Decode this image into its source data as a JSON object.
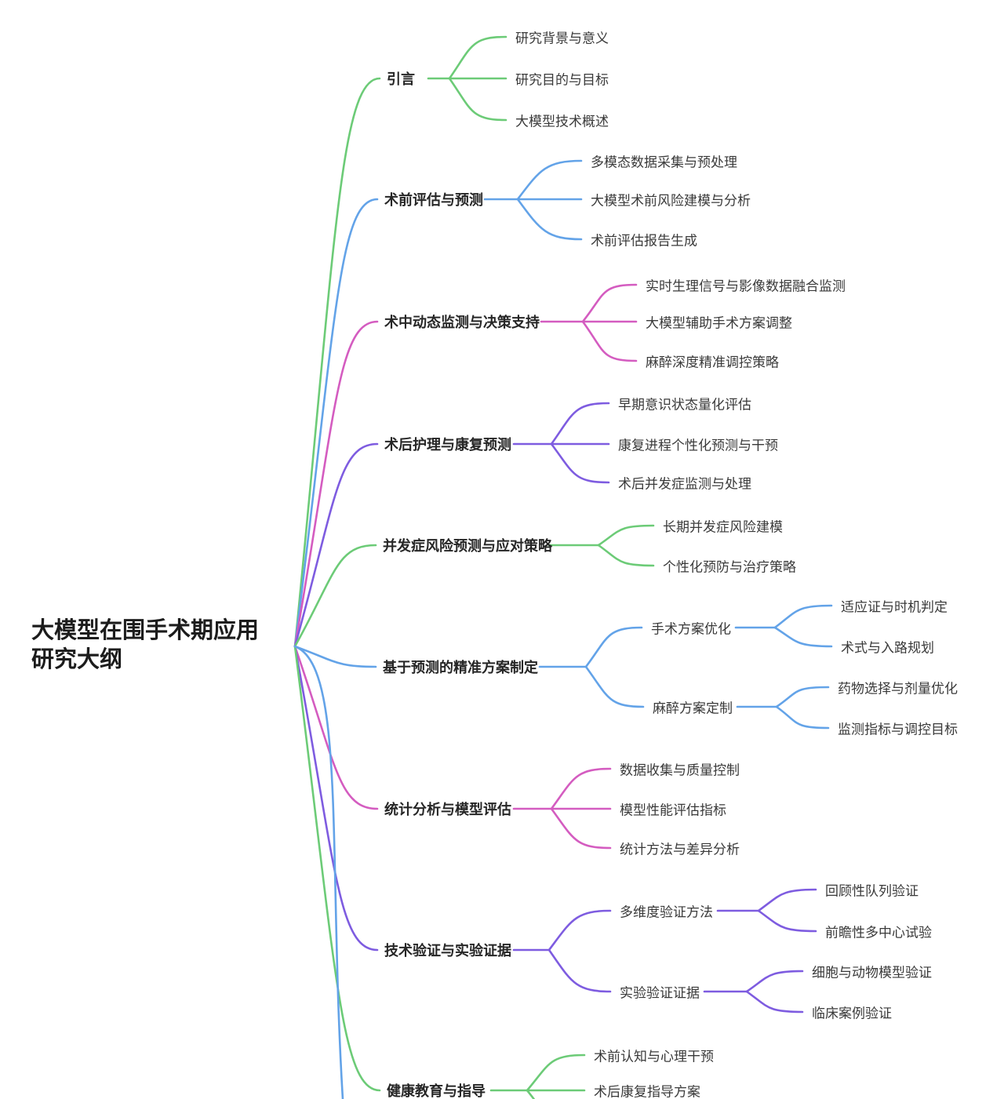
{
  "palette": {
    "green": "#6CCB77",
    "blue": "#63A3E8",
    "pink": "#D45CC0",
    "purple": "#7E5CE0",
    "text": "#3a3a3a",
    "root_text": "#1c1c1c"
  },
  "root": {
    "label": "大模型在围手术期应用\n研究大纲"
  },
  "branches": [
    {
      "label": "引言",
      "color": "green",
      "children": [
        {
          "label": "研究背景与意义"
        },
        {
          "label": "研究目的与目标"
        },
        {
          "label": "大模型技术概述"
        }
      ]
    },
    {
      "label": "术前评估与预测",
      "color": "blue",
      "children": [
        {
          "label": "多模态数据采集与预处理"
        },
        {
          "label": "大模型术前风险建模与分析"
        },
        {
          "label": "术前评估报告生成"
        }
      ]
    },
    {
      "label": "术中动态监测与决策支持",
      "color": "pink",
      "children": [
        {
          "label": "实时生理信号与影像数据融合监测"
        },
        {
          "label": "大模型辅助手术方案调整"
        },
        {
          "label": "麻醉深度精准调控策略"
        }
      ]
    },
    {
      "label": "术后护理与康复预测",
      "color": "purple",
      "children": [
        {
          "label": "早期意识状态量化评估"
        },
        {
          "label": "康复进程个性化预测与干预"
        },
        {
          "label": "术后并发症监测与处理"
        }
      ]
    },
    {
      "label": "并发症风险预测与应对策略",
      "color": "green",
      "children": [
        {
          "label": "长期并发症风险建模"
        },
        {
          "label": "个性化预防与治疗策略"
        }
      ]
    },
    {
      "label": "基于预测的精准方案制定",
      "color": "blue",
      "children": [
        {
          "label": "手术方案优化",
          "children": [
            {
              "label": "适应证与时机判定"
            },
            {
              "label": "术式与入路规划"
            }
          ]
        },
        {
          "label": "麻醉方案定制",
          "children": [
            {
              "label": "药物选择与剂量优化"
            },
            {
              "label": "监测指标与调控目标"
            }
          ]
        }
      ]
    },
    {
      "label": "统计分析与模型评估",
      "color": "pink",
      "children": [
        {
          "label": "数据收集与质量控制"
        },
        {
          "label": "模型性能评估指标"
        },
        {
          "label": "统计方法与差异分析"
        }
      ]
    },
    {
      "label": "技术验证与实验证据",
      "color": "purple",
      "children": [
        {
          "label": "多维度验证方法",
          "children": [
            {
              "label": "回顾性队列验证"
            },
            {
              "label": "前瞻性多中心试验"
            }
          ]
        },
        {
          "label": "实验验证证据",
          "children": [
            {
              "label": "细胞与动物模型验证"
            },
            {
              "label": "临床案例验证"
            }
          ]
        }
      ]
    },
    {
      "label": "健康教育与指导",
      "color": "green",
      "children": [
        {
          "label": "术前认知与心理干预"
        },
        {
          "label": "术后康复指导方案"
        }
      ]
    }
  ]
}
